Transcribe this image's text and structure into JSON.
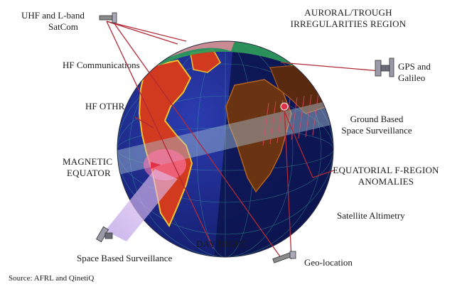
{
  "labels": {
    "uhf_line1": "UHF and L-band",
    "uhf_line2": "SatCom",
    "auroral_line1": "AURORAL/TROUGH",
    "auroral_line2": "IRREGULARITIES REGION",
    "hf_comm": "HF Communications",
    "gps_line1": "GPS and",
    "gps_line2": "Galileo",
    "hf_othr": "HF OTHR",
    "ground_line1": "Ground Based",
    "ground_line2": "Space Surveillance",
    "magnetic_line1": "MAGNETIC",
    "magnetic_line2": "EQUATOR",
    "equatorial_line1": "EQUATORIAL F-REGION",
    "equatorial_line2": "ANOMALIES",
    "altimetry": "Satellite Altimetry",
    "day_night": "DAY NIGHT",
    "space_based": "Space Based Surveillance",
    "geo_location": "Geo-location",
    "source": "Source: AFRL and QinetiQ"
  },
  "colors": {
    "link_line": "#b02a36",
    "ocean_day": "#1f2a8c",
    "ocean_night": "#101a5a",
    "land_day": "#c8341c",
    "land_night": "#5a2a10",
    "aurora": "#2f9c5a",
    "equatorial_band": "#8fb0c8",
    "beam": "#c9a7e8"
  }
}
